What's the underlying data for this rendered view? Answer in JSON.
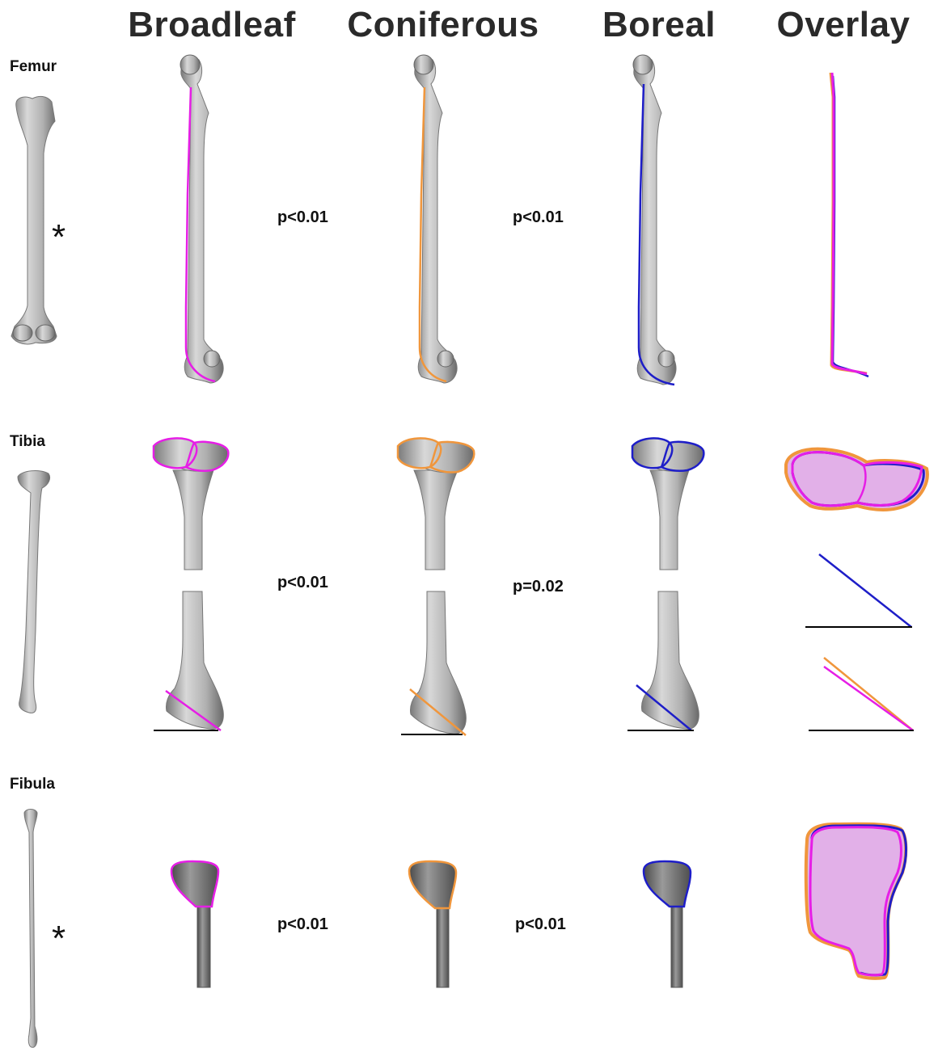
{
  "columns": [
    "Broadleaf",
    "Coniferous",
    "Boreal",
    "Overlay"
  ],
  "rows": {
    "femur": {
      "label": "Femur",
      "p_left": "p<0.01",
      "p_right": "p<0.01",
      "asterisk": "*"
    },
    "tibia": {
      "label": "Tibia",
      "p_left": "p<0.01",
      "p_right": "p=0.02"
    },
    "fibula": {
      "label": "Fibula",
      "p_left": "p<0.01",
      "p_right": "p<0.01",
      "asterisk": "*"
    }
  },
  "colors": {
    "broadleaf": "#e61ee6",
    "coniferous": "#f0963c",
    "boreal": "#1e1ec8",
    "overlay_fill": "#e2b0e8",
    "bone": "#b8b8b8",
    "bone_dark": "#6e6e6e",
    "baseline": "#000000"
  }
}
